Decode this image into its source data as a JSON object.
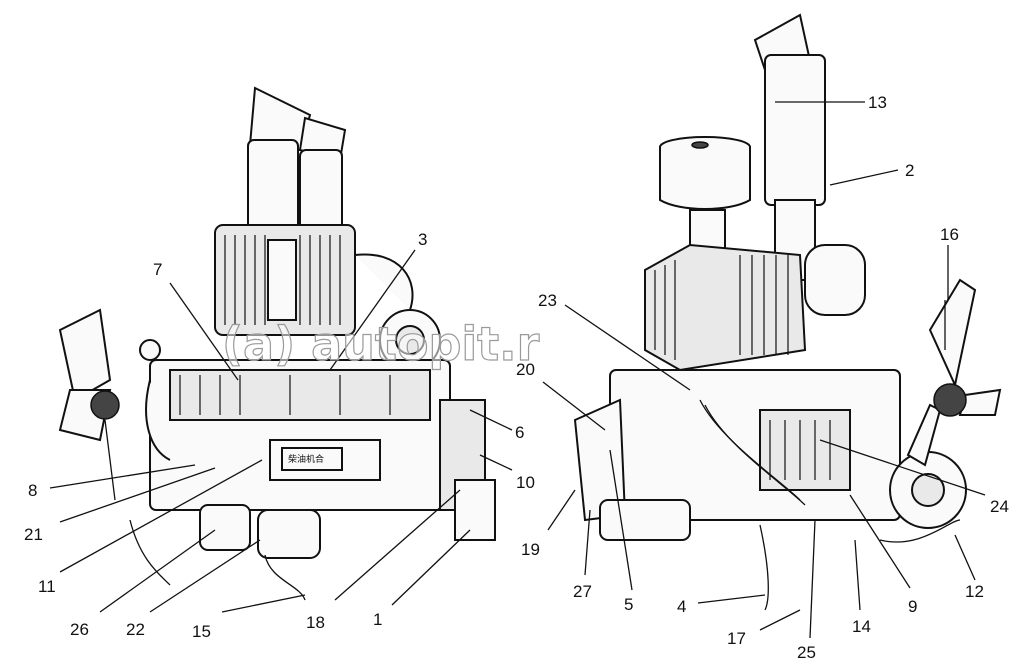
{
  "watermark": {
    "text": "(a) autopit.r"
  },
  "plate": {
    "text": "柴油机合"
  },
  "left_view": {
    "labels": [
      "7",
      "3",
      "6",
      "10",
      "8",
      "21",
      "11",
      "26",
      "22",
      "15",
      "18",
      "1"
    ]
  },
  "right_view": {
    "labels": [
      "13",
      "2",
      "16",
      "23",
      "20",
      "24",
      "19",
      "27",
      "5",
      "4",
      "17",
      "25",
      "14",
      "9",
      "12"
    ]
  },
  "colors": {
    "ink": "#111111",
    "paper": "#ffffff",
    "watermark": "#9a9a9a"
  }
}
